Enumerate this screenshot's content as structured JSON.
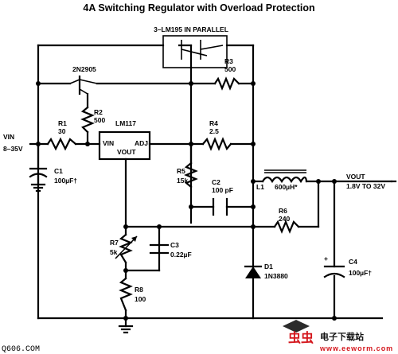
{
  "title": "4A Switching Regulator with Overload Protection",
  "labels": {
    "q_parallel": "3–LM195 IN PARALLEL",
    "q_2n2905": "2N2905",
    "r1_name": "R1",
    "r1_val": "30",
    "r2_name": "R2",
    "r2_val": "500",
    "r3_name": "R3",
    "r3_val": "500",
    "r4_name": "R4",
    "r4_val": "2.5",
    "r5_name": "R5",
    "r5_val": "15k",
    "r6_name": "R6",
    "r6_val": "240",
    "r7_name": "R7",
    "r7_val": "5k",
    "r8_name": "R8",
    "r8_val": "100",
    "c1_name": "C1",
    "c1_val": "100µF†",
    "c2_name": "C2",
    "c2_val": "100 pF",
    "c3_name": "C3",
    "c3_val": "0.22µF",
    "c4_name": "C4",
    "c4_val": "100µF†",
    "l1_name": "L1",
    "l1_val": "600µH*",
    "d1_name": "D1",
    "d1_val": "1N3880",
    "ic_name": "LM117",
    "ic_vin": "VIN",
    "ic_adj": "ADJ",
    "ic_vout": "VOUT",
    "vin_label": "VIN",
    "vin_range": "8–35V",
    "vout_label": "VOUT",
    "vout_range": "1.8V TO 32V"
  },
  "watermark": {
    "left": "Q606.COM",
    "brand": "虫虫",
    "brand_text": "电子下载站",
    "url": "www.eeworm.com"
  },
  "colors": {
    "ink": "#000000",
    "watermark_red": "#d4161c"
  }
}
